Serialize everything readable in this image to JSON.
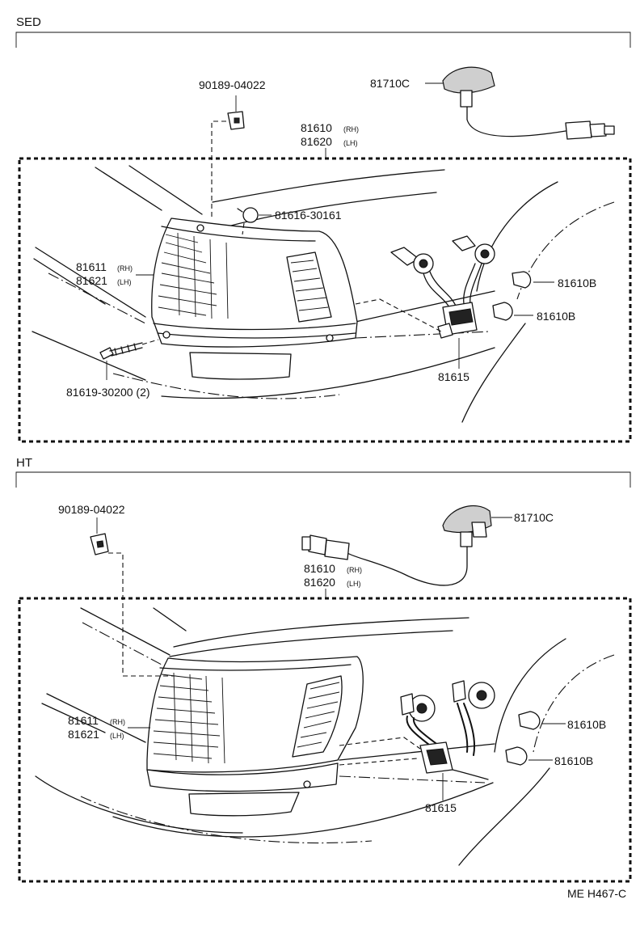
{
  "sections": [
    {
      "title": "SED",
      "labels": {
        "clip": "90189-04022",
        "side_marker": "81710C",
        "assy_1": "81610",
        "assy_1_side": "(RH)",
        "assy_2": "81620",
        "assy_2_side": "(LH)",
        "screw_top": "81616-30161",
        "lens_1": "81611",
        "lens_1_side": "(RH)",
        "lens_2": "81621",
        "lens_2_side": "(LH)",
        "bulb_upper": "81610B",
        "bulb_lower": "81610B",
        "socket": "81615",
        "screw_bottom": "81619-30200 (2)"
      }
    },
    {
      "title": "HT",
      "labels": {
        "clip": "90189-04022",
        "side_marker": "81710C",
        "assy_1": "81610",
        "assy_1_side": "(RH)",
        "assy_2": "81620",
        "assy_2_side": "(LH)",
        "lens_1": "81611",
        "lens_1_side": "(RH)",
        "lens_2": "81621",
        "lens_2_side": "(LH)",
        "bulb_upper": "81610B",
        "bulb_lower": "81610B",
        "socket": "81615"
      }
    }
  ],
  "diagram_code": "ME H467-C"
}
